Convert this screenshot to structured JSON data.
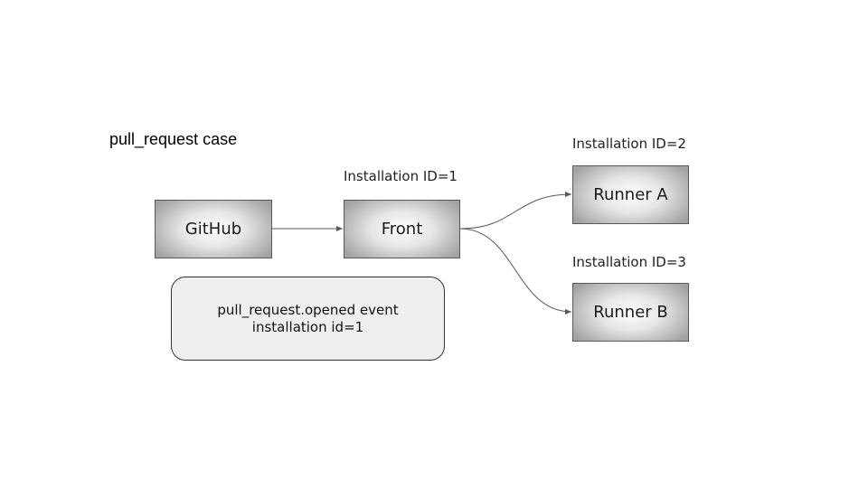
{
  "diagram": {
    "title": "pull_request case",
    "nodes": {
      "github": {
        "label": "GitHub"
      },
      "front": {
        "label": "Front",
        "caption": "Installation ID=1"
      },
      "runner_a": {
        "label": "Runner A",
        "caption": "Installation ID=2"
      },
      "runner_b": {
        "label": "Runner B",
        "caption": "Installation ID=3"
      }
    },
    "edges": [
      {
        "from": "github",
        "to": "front"
      },
      {
        "from": "front",
        "to": "runner_a"
      },
      {
        "from": "front",
        "to": "runner_b"
      }
    ],
    "note": {
      "line1": "pull_request.opened event",
      "line2": "installation id=1"
    }
  },
  "colors": {
    "edge": "#595959",
    "node_border": "#595959",
    "note_fill": "#efefef"
  }
}
